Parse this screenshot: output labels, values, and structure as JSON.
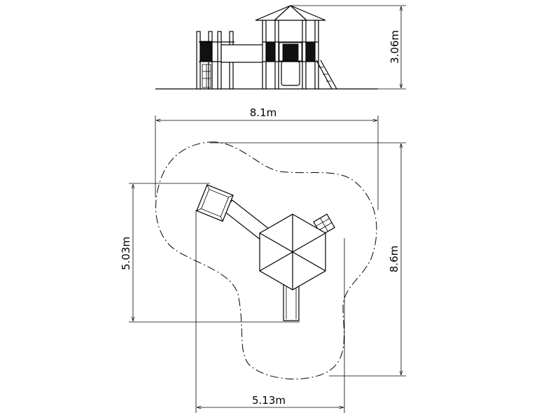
{
  "drawing": {
    "elevation": {
      "height_label": "3.06m"
    },
    "plan": {
      "overall_width_label": "8.1m",
      "overall_depth_label": "8.6m",
      "structure_depth_label": "5.03m",
      "structure_width_label": "5.13m"
    }
  }
}
